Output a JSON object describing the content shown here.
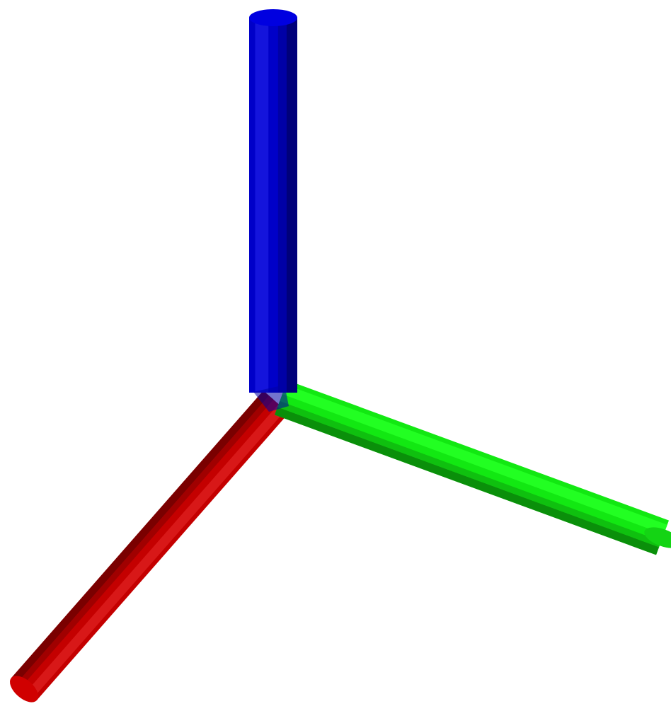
{
  "diagram": {
    "type": "3d-coordinate-axes-triad",
    "background_color": "#ffffff",
    "axes": [
      {
        "id": "x",
        "color": "red",
        "colors": {
          "base": "#c40000",
          "dark": "#7a0000",
          "mid": "#a00000",
          "light": "#d81818",
          "cap": "#d00000"
        }
      },
      {
        "id": "y",
        "color": "green",
        "colors": {
          "base": "#12e812",
          "dark": "#0a8f0a",
          "mid": "#0fc00f",
          "light": "#22ff22",
          "cap": "#14d414"
        }
      },
      {
        "id": "z",
        "color": "blue",
        "colors": {
          "base": "#0000c8",
          "dark": "#00007a",
          "mid": "#0000a6",
          "light": "#1414dc",
          "cap": "#0000e0"
        }
      }
    ]
  }
}
